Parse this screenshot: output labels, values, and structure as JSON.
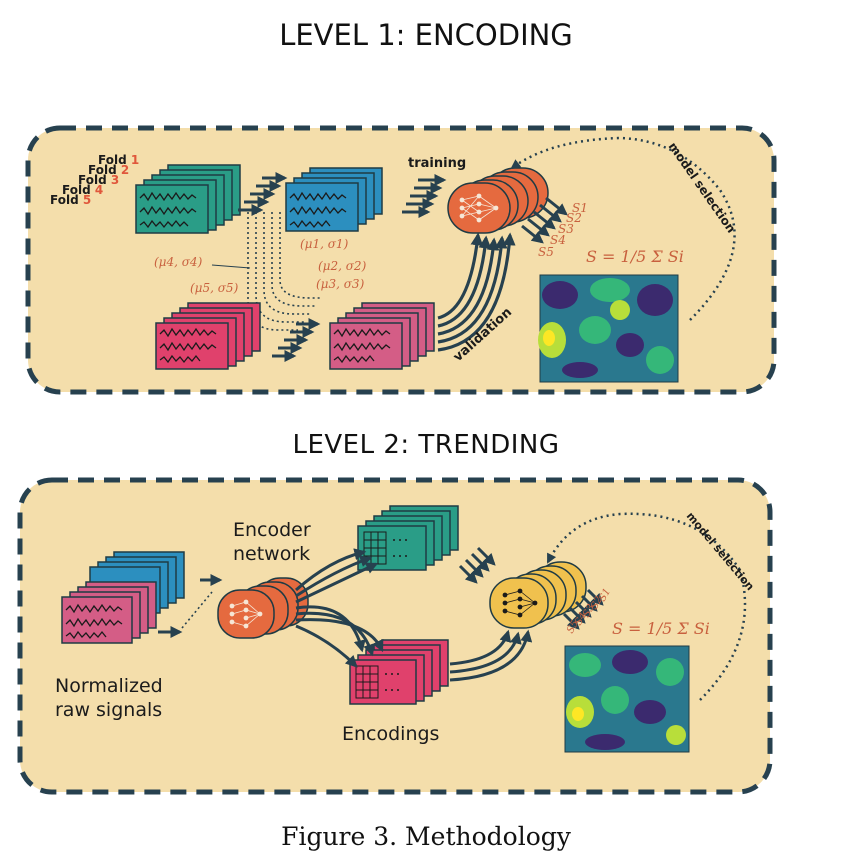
{
  "level1": {
    "title": "LEVEL 1: ENCODING",
    "folds": [
      {
        "label": "Fold",
        "num": "1"
      },
      {
        "label": "Fold",
        "num": "2"
      },
      {
        "label": "Fold",
        "num": "3"
      },
      {
        "label": "Fold",
        "num": "4"
      },
      {
        "label": "Fold",
        "num": "5"
      }
    ],
    "training": "training",
    "validation": "validation",
    "model_selection": "model selection",
    "stats": [
      "(μ1, σ1)",
      "(μ2, σ2)",
      "(μ3, σ3)",
      "(μ4, σ4)",
      "(μ5, σ5)"
    ],
    "scores": [
      "S1",
      "S2",
      "S3",
      "S4",
      "S5"
    ],
    "formula": "S = 1/5 Σ Si"
  },
  "level2": {
    "title": "LEVEL 2: TRENDING",
    "encoder_line1": "Encoder",
    "encoder_line2": "network",
    "normalized_line1": "Normalized",
    "normalized_line2": "raw signals",
    "encodings": "Encodings",
    "model_selection": "model selection",
    "scores": [
      "S1",
      "S2",
      "S3",
      "S4",
      "S5"
    ],
    "formula": "S = 1/5 Σ Si"
  },
  "caption": "Figure 3. Methodology",
  "colors": {
    "panel_bg": "#f4deab",
    "panel_border": "#27414f",
    "teal": "#2a9d87",
    "blue": "#2c8fbf",
    "pink": "#e0416c",
    "orange": "#e56a3f",
    "yellow": "#f0c14e",
    "math": "#c8603e"
  }
}
